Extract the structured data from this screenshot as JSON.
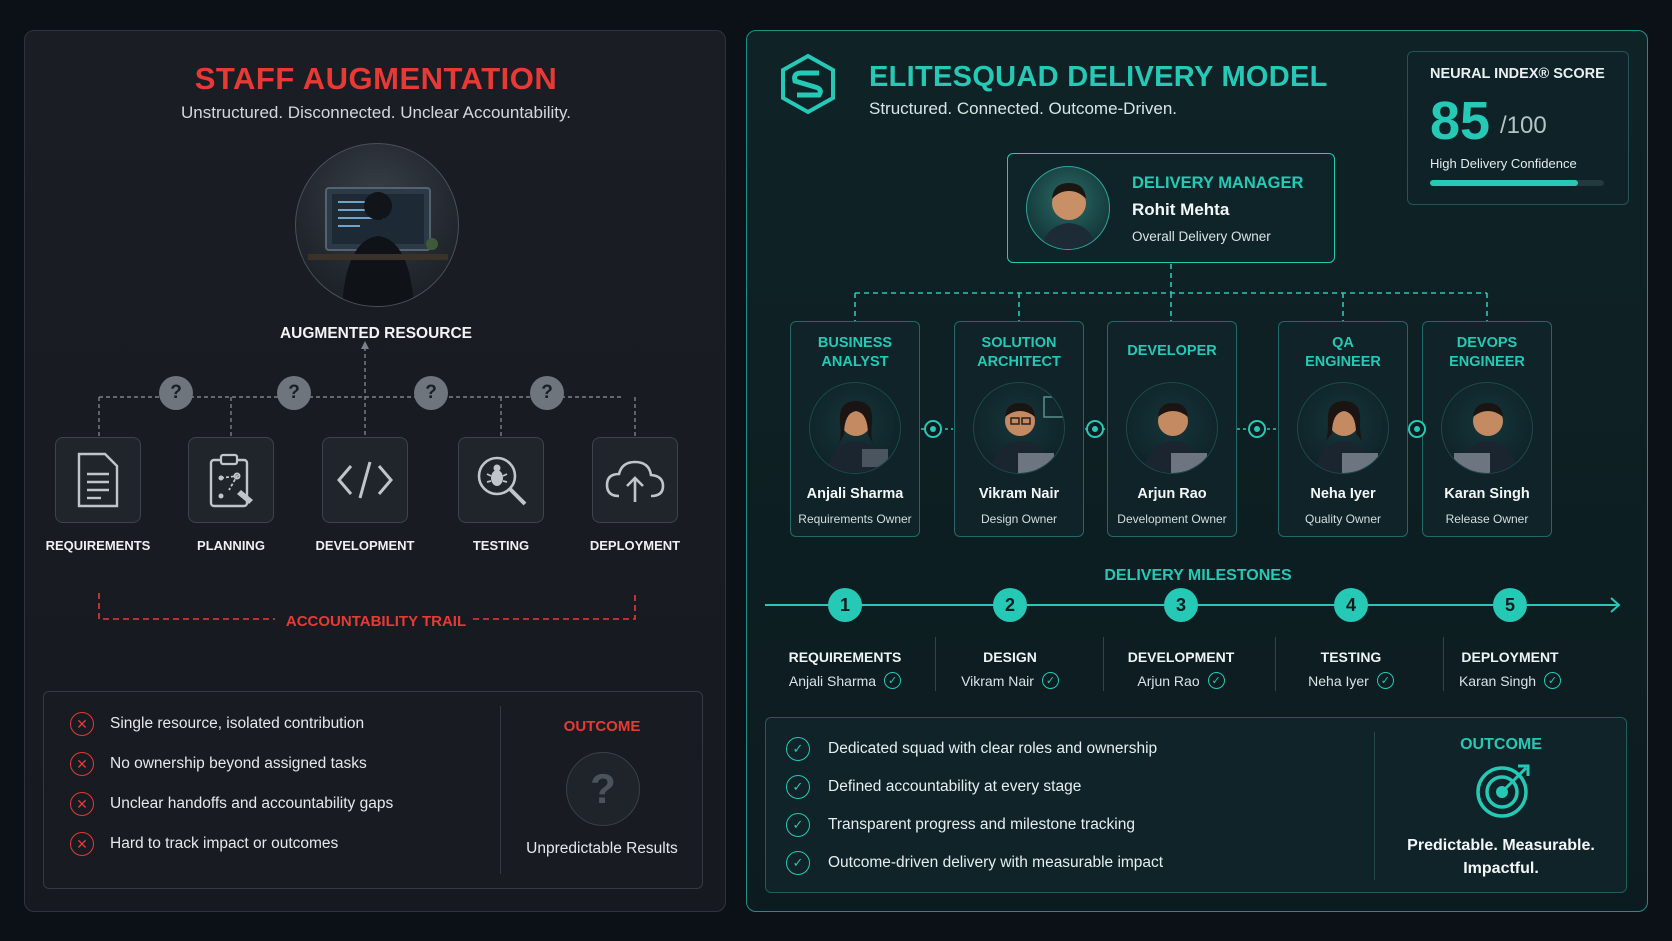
{
  "colors": {
    "accent_red": "#e83a35",
    "accent_teal": "#25c9b6",
    "background": "#0c1118"
  },
  "left": {
    "title": "STAFF AUGMENTATION",
    "subtitle": "Unstructured. Disconnected. Unclear Accountability.",
    "resource_label": "AUGMENTED RESOURCE",
    "stages": [
      {
        "label": "REQUIREMENTS",
        "icon": "document-icon"
      },
      {
        "label": "PLANNING",
        "icon": "clipboard-icon"
      },
      {
        "label": "DEVELOPMENT",
        "icon": "code-icon"
      },
      {
        "label": "TESTING",
        "icon": "bug-search-icon"
      },
      {
        "label": "DEPLOYMENT",
        "icon": "cloud-upload-icon"
      }
    ],
    "question_mark": "?",
    "accountability_label": "ACCOUNTABILITY TRAIL",
    "issues": [
      "Single resource, isolated contribution",
      "No ownership beyond assigned tasks",
      "Unclear handoffs and accountability gaps",
      "Hard to track impact or outcomes"
    ],
    "outcome_title": "OUTCOME",
    "outcome_symbol": "?",
    "outcome_text": "Unpredictable Results"
  },
  "right": {
    "title": "ELITESQUAD DELIVERY MODEL",
    "subtitle": "Structured. Connected. Outcome-Driven.",
    "score": {
      "label": "NEURAL INDEX® SCORE",
      "value": "85",
      "max": "/100",
      "caption": "High Delivery Confidence",
      "fill_fraction": 0.85
    },
    "manager": {
      "role": "DELIVERY MANAGER",
      "name": "Rohit Mehta",
      "desc": "Overall Delivery Owner"
    },
    "members": [
      {
        "role_line1": "BUSINESS",
        "role_line2": "ANALYST",
        "name": "Anjali Sharma",
        "desc": "Requirements Owner"
      },
      {
        "role_line1": "SOLUTION",
        "role_line2": "ARCHITECT",
        "name": "Vikram Nair",
        "desc": "Design Owner"
      },
      {
        "role_line1": "DEVELOPER",
        "role_line2": "",
        "name": "Arjun Rao",
        "desc": "Development Owner"
      },
      {
        "role_line1": "QA",
        "role_line2": "ENGINEER",
        "name": "Neha Iyer",
        "desc": "Quality Owner"
      },
      {
        "role_line1": "DEVOPS",
        "role_line2": "ENGINEER",
        "name": "Karan Singh",
        "desc": "Release Owner"
      }
    ],
    "milestones_title": "DELIVERY MILESTONES",
    "milestones": [
      {
        "num": "1",
        "label": "REQUIREMENTS",
        "owner": "Anjali Sharma"
      },
      {
        "num": "2",
        "label": "DESIGN",
        "owner": "Vikram Nair"
      },
      {
        "num": "3",
        "label": "DEVELOPMENT",
        "owner": "Arjun Rao"
      },
      {
        "num": "4",
        "label": "TESTING",
        "owner": "Neha Iyer"
      },
      {
        "num": "5",
        "label": "DEPLOYMENT",
        "owner": "Karan Singh"
      }
    ],
    "benefits": [
      "Dedicated squad with clear roles and ownership",
      "Defined accountability at every stage",
      "Transparent progress and milestone tracking",
      "Outcome-driven delivery with measurable impact"
    ],
    "outcome_title": "OUTCOME",
    "outcome_line1": "Predictable. Measurable.",
    "outcome_line2": "Impactful."
  }
}
